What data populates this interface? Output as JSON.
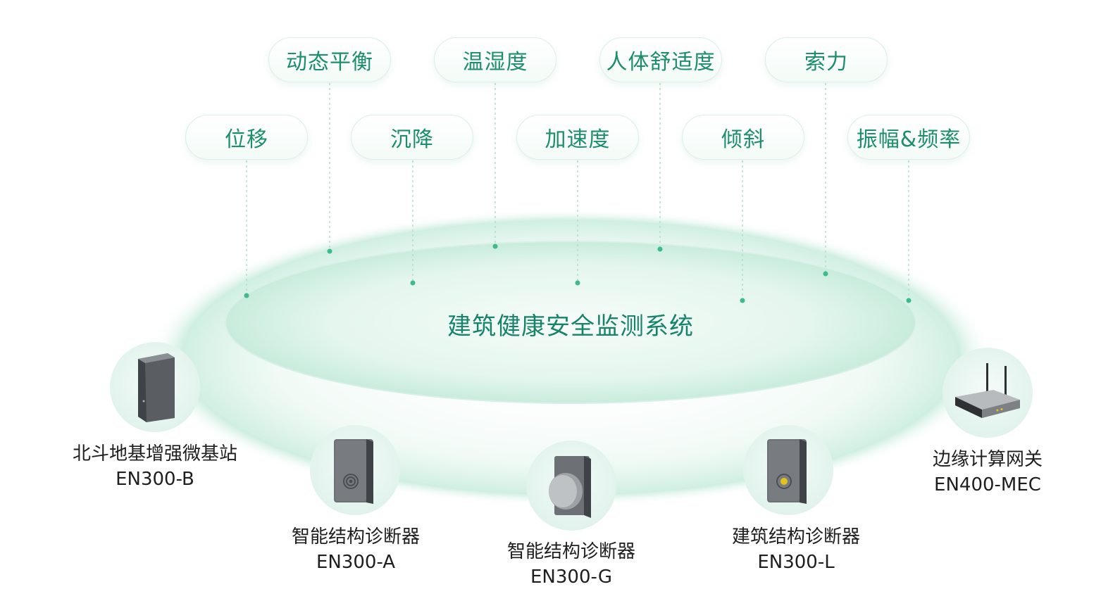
{
  "sensors": [
    {
      "id": "displacement",
      "label": "位移"
    },
    {
      "id": "dynamic-balance",
      "label": "动态平衡"
    },
    {
      "id": "settlement",
      "label": "沉降"
    },
    {
      "id": "temp-humidity",
      "label": "温湿度"
    },
    {
      "id": "acceleration",
      "label": "加速度"
    },
    {
      "id": "comfort",
      "label": "人体舒适度"
    },
    {
      "id": "tilt",
      "label": "倾斜"
    },
    {
      "id": "cable-force",
      "label": "索力"
    },
    {
      "id": "vibration",
      "label": "振幅&频率"
    }
  ],
  "center": {
    "title": "建筑健康安全监测系统"
  },
  "devices": [
    {
      "id": "beidou-station",
      "name": "北斗地基增强微基站",
      "model": "EN300-B",
      "icon": "enclosure-box-icon"
    },
    {
      "id": "diagnoser-a",
      "name": "智能结构诊断器",
      "model": "EN300-A",
      "icon": "sensor-a-icon"
    },
    {
      "id": "diagnoser-g",
      "name": "智能结构诊断器",
      "model": "EN300-G",
      "icon": "sensor-g-icon"
    },
    {
      "id": "diagnoser-l",
      "name": "建筑结构诊断器",
      "model": "EN300-L",
      "icon": "sensor-l-icon"
    },
    {
      "id": "edge-gateway",
      "name": "边缘计算网关",
      "model": "EN400-MEC",
      "icon": "router-icon"
    }
  ],
  "colors": {
    "accent": "#1c8e6c",
    "ring": "#cdeee0",
    "title": "#16836a"
  }
}
